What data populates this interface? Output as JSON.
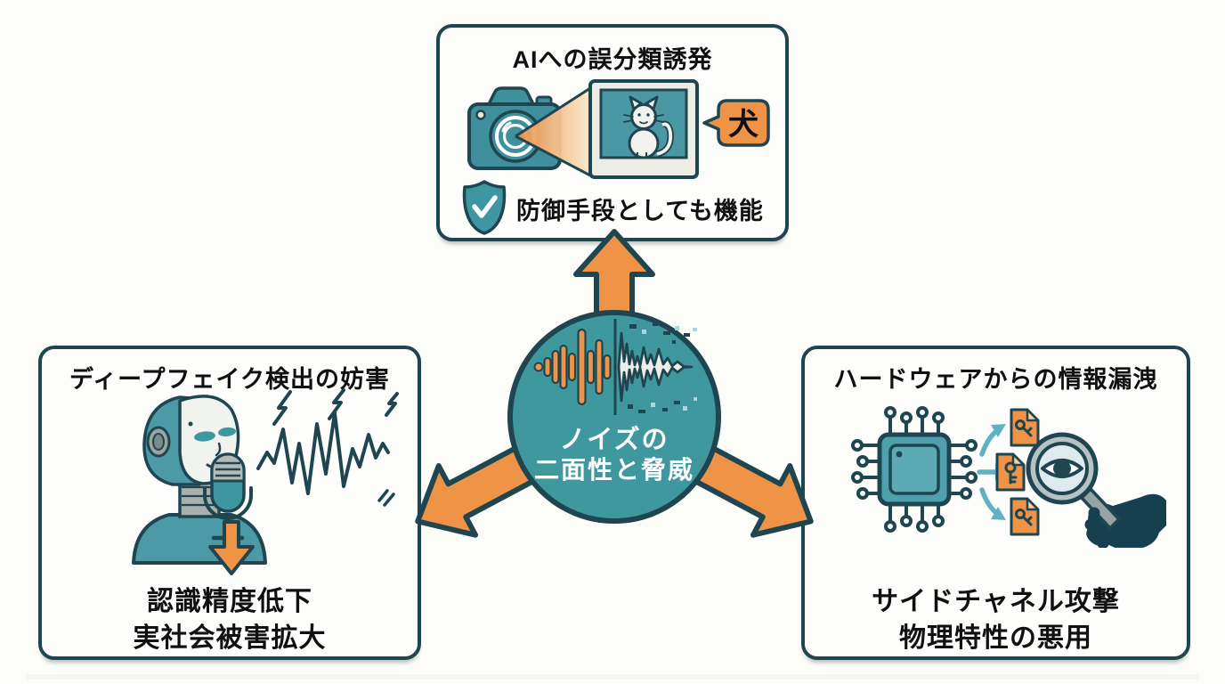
{
  "diagram_title": "ノイズの二面性と脅威",
  "colors": {
    "teal": "#40989f",
    "dark_outline": "#1f4650",
    "orange": "#ef9347",
    "light_teal": "#5fb2c2",
    "box_bg": "#fdfdfc",
    "page_bg": "#fcfcf9"
  },
  "center": {
    "line1": "ノイズの",
    "line2": "二面性と脅威",
    "icon": "waveform-duality-icon"
  },
  "top_box": {
    "title": "AIへの誤分類誘発",
    "bubble_label": "犬",
    "note": "防御手段としても機能",
    "icons": [
      "camera-icon",
      "cat-photo-icon",
      "dog-label-bubble-icon",
      "shield-check-icon"
    ]
  },
  "left_box": {
    "title": "ディープフェイク検出の妨害",
    "result_line1": "認識精度低下",
    "result_line2": "実社会被害拡大",
    "icons": [
      "robot-head-icon",
      "microphone-icon",
      "noise-zigzag-icon",
      "lightning-icon",
      "down-arrow-icon"
    ]
  },
  "right_box": {
    "title": "ハードウェアからの情報漏洩",
    "result_line1": "サイドチャネル攻撃",
    "result_line2": "物理特性の悪用",
    "icons": [
      "chip-icon",
      "leak-arrows-icon",
      "key-document-icon",
      "magnifier-eye-icon",
      "hand-icon"
    ]
  }
}
